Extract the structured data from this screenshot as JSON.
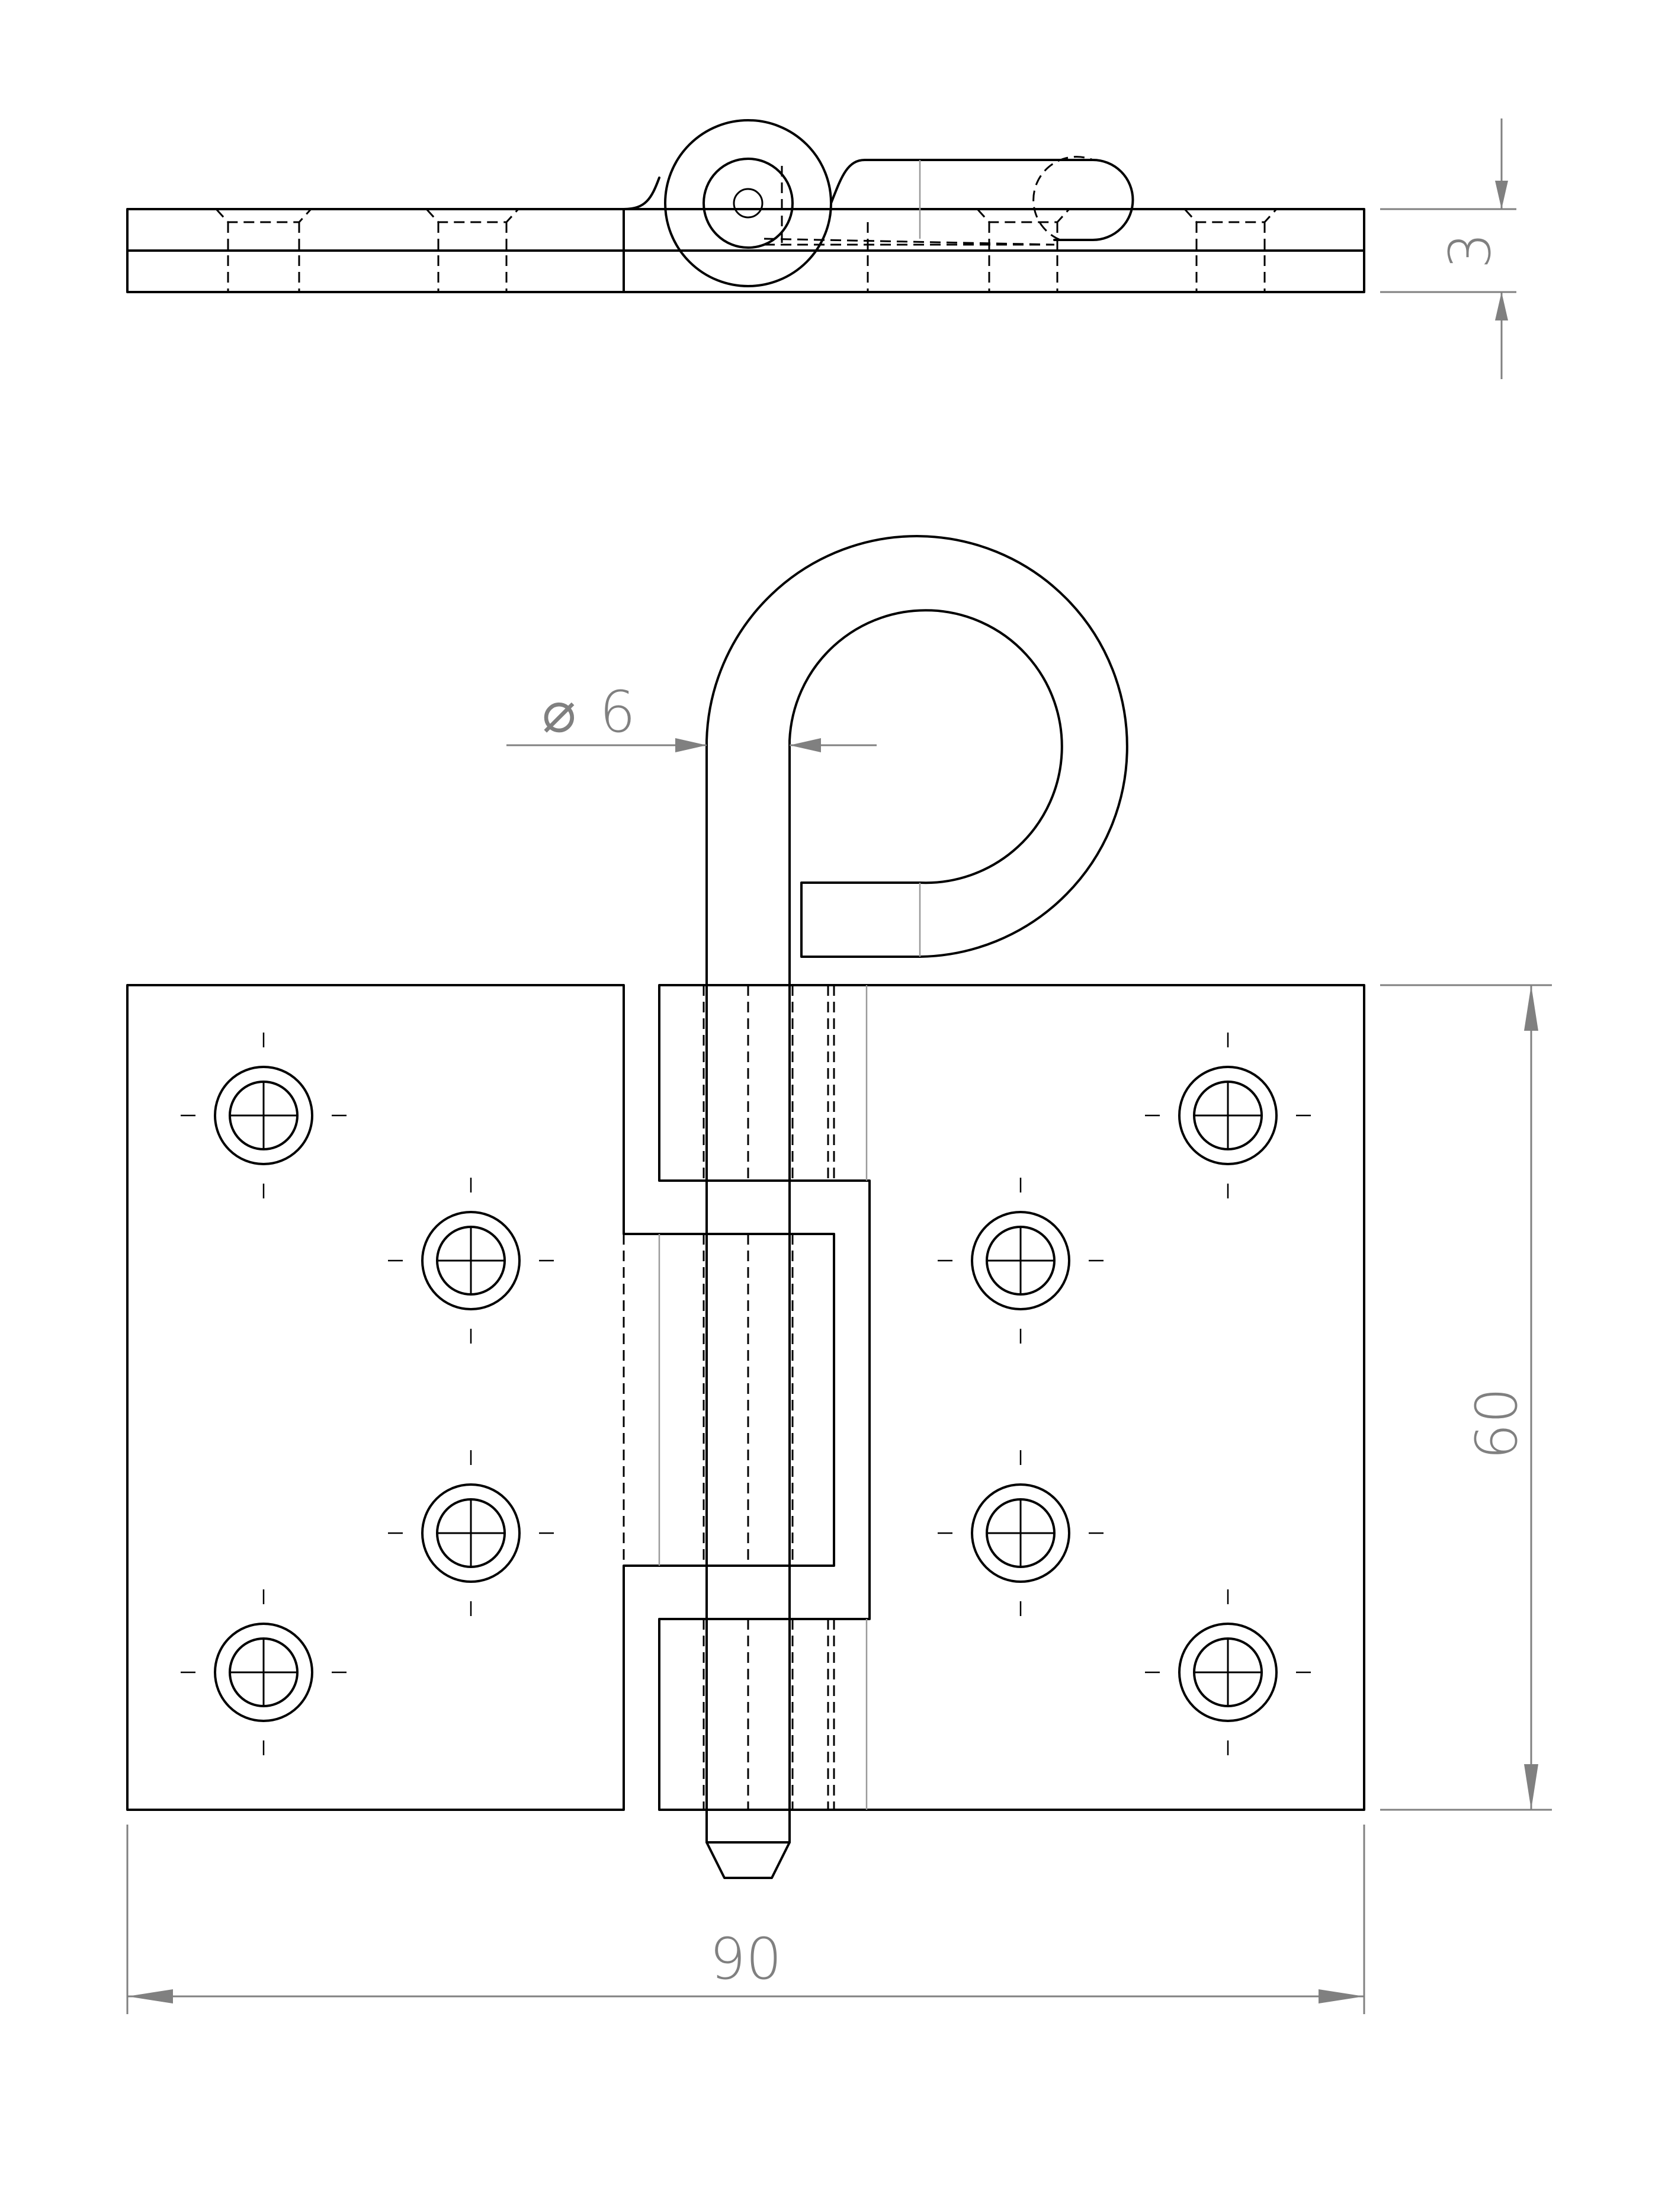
{
  "dimensions": {
    "thickness": "3",
    "height": "60",
    "width": "90",
    "pin_diameter": "6",
    "diameter_symbol": "⌀"
  },
  "colors": {
    "outline": "#000000",
    "dimension": "#808080",
    "background": "#ffffff"
  }
}
